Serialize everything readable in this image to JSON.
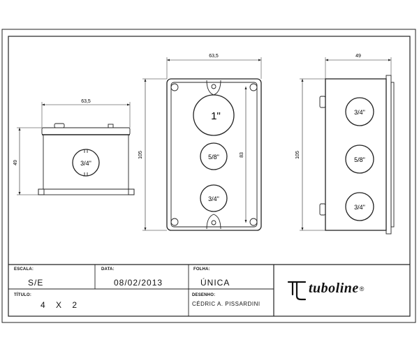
{
  "views": {
    "front": {
      "width_dim": "63,5",
      "height_dim": "49",
      "hole_label": "3/4\""
    },
    "top": {
      "width_dim": "63,5",
      "height_dim": "105",
      "inner_dim": "83",
      "hole_labels": [
        "1\"",
        "5/8\"",
        "3/4\""
      ]
    },
    "side": {
      "width_dim": "49",
      "height_dim": "105",
      "hole_labels": [
        "3/4\"",
        "5/8\"",
        "3/4\""
      ]
    }
  },
  "title_block": {
    "escala_label": "ESCALA:",
    "escala_value": "S/E",
    "data_label": "DATA:",
    "data_value": "08/02/2013",
    "folha_label": "FOLHA:",
    "folha_value": "ÚNICA",
    "titulo_label": "TÍTULO:",
    "titulo_value": "4 X 2",
    "desenho_label": "DESENHO:",
    "desenho_value": "CÉDRIC A. PISSARDINI",
    "logo_text": "tuboline",
    "logo_mark": "®",
    "logo_icon": "tuboline-t-icon"
  }
}
